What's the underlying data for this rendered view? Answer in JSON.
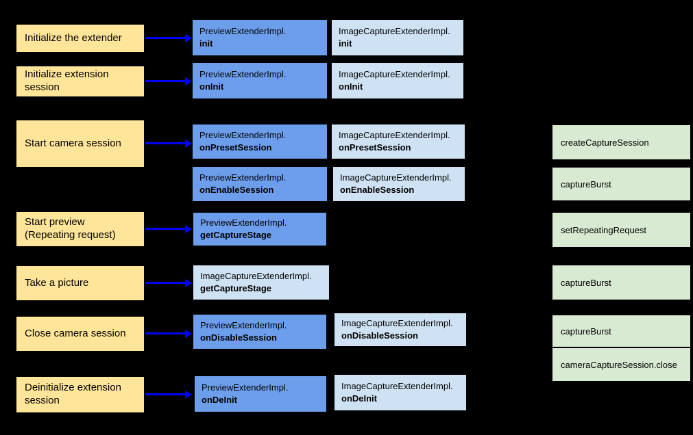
{
  "colors": {
    "background": "#000000",
    "step_fill": "#FFE599",
    "preview_fill": "#6D9EEB",
    "image_capture_fill": "#CFE2F3",
    "camera2_fill": "#D9EAD3",
    "arrow": "#0000FF",
    "text": "#000000"
  },
  "steps": [
    {
      "label": "Initialize the extender"
    },
    {
      "label": "Initialize extension session"
    },
    {
      "label": "Start camera session"
    },
    {
      "label": "Start preview (Repeating request)"
    },
    {
      "label": "Take a picture"
    },
    {
      "label": "Close camera session"
    },
    {
      "label": "Deinitialize extension session"
    }
  ],
  "preview_boxes": [
    {
      "class_name": "PreviewExtenderImpl.",
      "method": "init"
    },
    {
      "class_name": "PreviewExtenderImpl.",
      "method": "onInit"
    },
    {
      "class_name": "PreviewExtenderImpl.",
      "method": "onPresetSession"
    },
    {
      "class_name": "PreviewExtenderImpl.",
      "method": "onEnableSession"
    },
    {
      "class_name": "PreviewExtenderImpl.",
      "method": "getCaptureStage"
    },
    {
      "class_name": "PreviewExtenderImpl.",
      "method": "onDisableSession"
    },
    {
      "class_name": "PreviewExtenderImpl.",
      "method": "onDeInit"
    }
  ],
  "image_capture_boxes": [
    {
      "class_name": "ImageCaptureExtenderImpl.",
      "method": "init"
    },
    {
      "class_name": "ImageCaptureExtenderImpl.",
      "method": "onInit"
    },
    {
      "class_name": "ImageCaptureExtenderImpl.",
      "method": "onPresetSession"
    },
    {
      "class_name": "ImageCaptureExtenderImpl.",
      "method": "onEnableSession"
    },
    {
      "class_name": "ImageCaptureExtenderImpl.",
      "method": "getCaptureStage"
    },
    {
      "class_name": "ImageCaptureExtenderImpl.",
      "method": "onDisableSession"
    },
    {
      "class_name": "ImageCaptureExtenderImpl.",
      "method": "onDeInit"
    }
  ],
  "camera2_boxes": [
    {
      "label": "createCaptureSession"
    },
    {
      "label": "captureBurst"
    },
    {
      "label": "setRepeatingRequest"
    },
    {
      "label": "captureBurst"
    },
    {
      "label": "captureBurst"
    },
    {
      "label": "cameraCaptureSession.close"
    }
  ]
}
